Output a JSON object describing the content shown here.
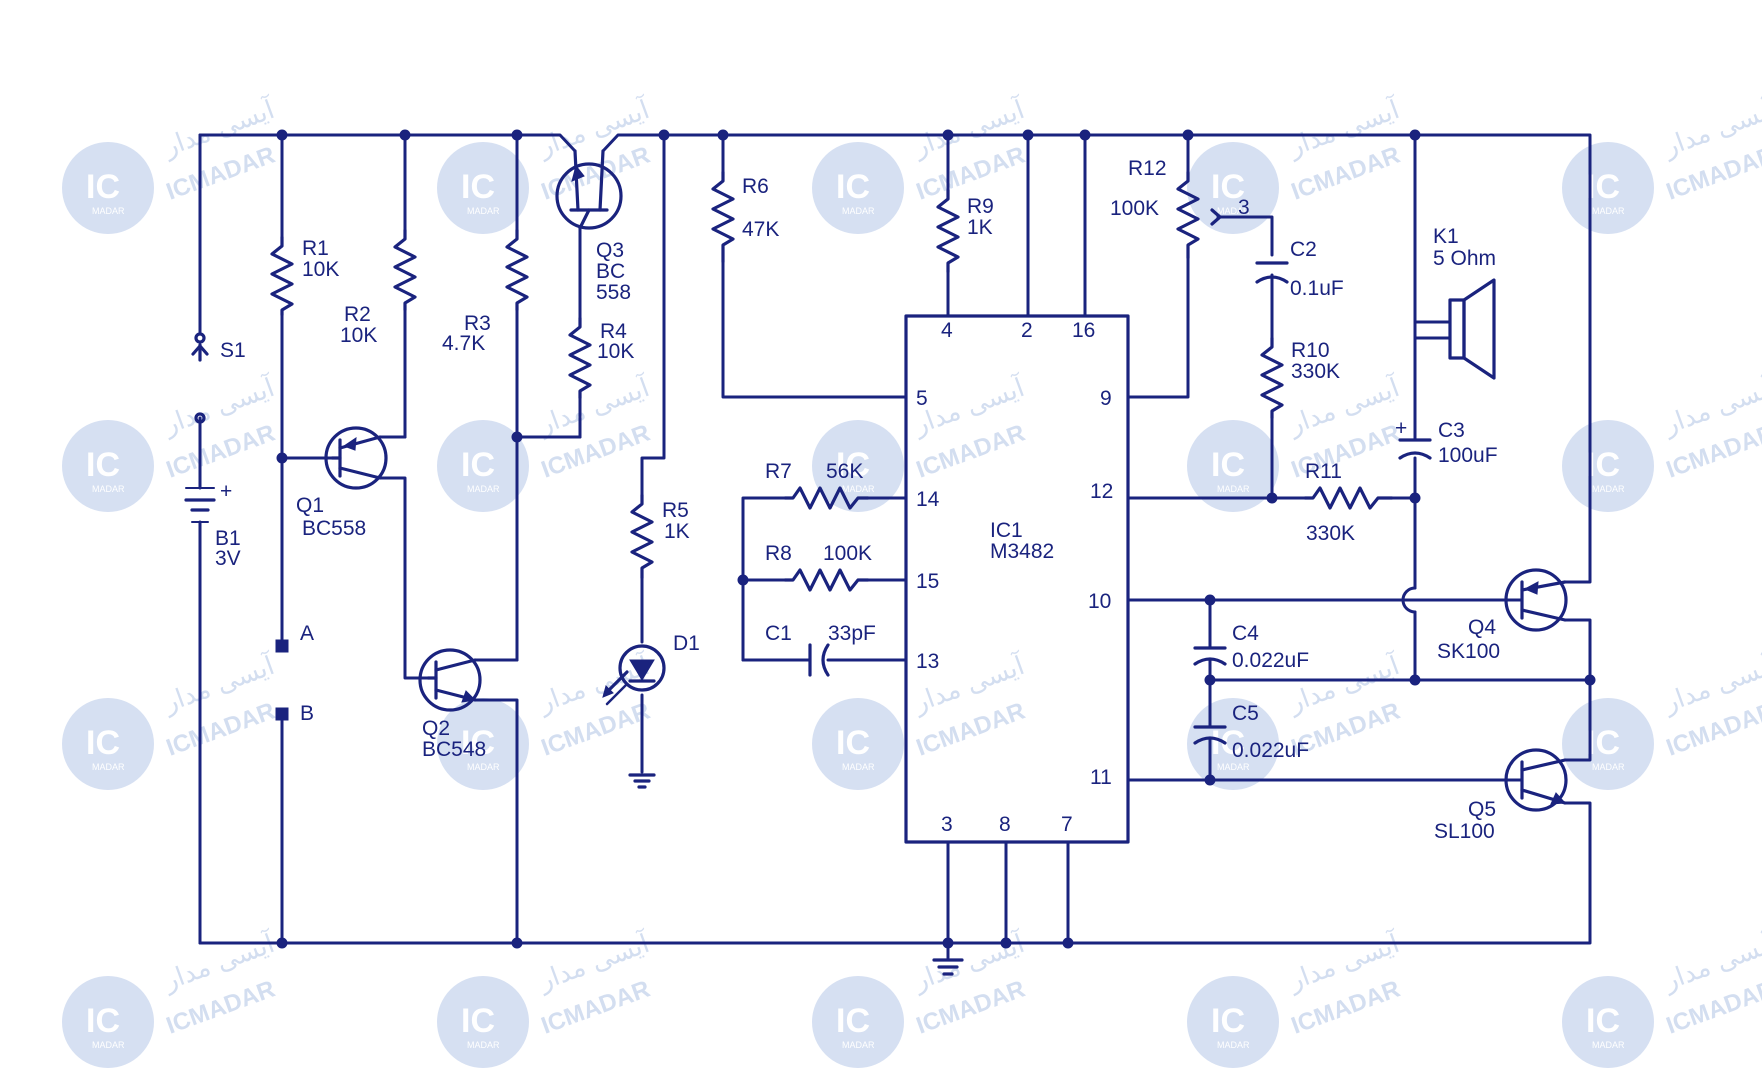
{
  "watermark": {
    "brand": "ICMADAR",
    "persian": "آیسی مدار",
    "badge_main": "IC",
    "badge_sub": "MADAR"
  },
  "components": {
    "s1": {
      "ref": "S1"
    },
    "b1": {
      "ref": "B1",
      "value": "3V",
      "polarity": "+"
    },
    "r1": {
      "ref": "R1",
      "value": "10K"
    },
    "r2": {
      "ref": "R2",
      "value": "10K"
    },
    "r3": {
      "ref": "R3",
      "value": "4.7K"
    },
    "r4": {
      "ref": "R4",
      "value": "10K"
    },
    "r5": {
      "ref": "R5",
      "value": "1K"
    },
    "r6": {
      "ref": "R6",
      "value": "47K"
    },
    "r7": {
      "ref": "R7",
      "value": "56K"
    },
    "r8": {
      "ref": "R8",
      "value": "100K"
    },
    "r9": {
      "ref": "R9",
      "value": "1K"
    },
    "r10": {
      "ref": "R10",
      "value": "330K"
    },
    "r11": {
      "ref": "R11",
      "value": "330K"
    },
    "r12": {
      "ref": "R12",
      "value": "100K",
      "wiper_pin": "3"
    },
    "c1": {
      "ref": "C1",
      "value": "33pF"
    },
    "c2": {
      "ref": "C2",
      "value": "0.1uF"
    },
    "c3": {
      "ref": "C3",
      "value": "100uF",
      "polarity": "+"
    },
    "c4": {
      "ref": "C4",
      "value": "0.022uF"
    },
    "c5": {
      "ref": "C5",
      "value": "0.022uF"
    },
    "q1": {
      "ref": "Q1",
      "value": "BC558"
    },
    "q2": {
      "ref": "Q2",
      "value": "BC548"
    },
    "q3": {
      "ref": "Q3",
      "value_line1": "BC",
      "value_line2": "558"
    },
    "q4": {
      "ref": "Q4",
      "value": "SK100"
    },
    "q5": {
      "ref": "Q5",
      "value": "SL100"
    },
    "d1": {
      "ref": "D1"
    },
    "k1": {
      "ref": "K1",
      "value": "5 Ohm"
    },
    "ic1": {
      "ref": "IC1",
      "value": "M3482",
      "pins": {
        "p4": "4",
        "p2": "2",
        "p16": "16",
        "p5": "5",
        "p9": "9",
        "p14": "14",
        "p12": "12",
        "p15": "15",
        "p10": "10",
        "p13": "13",
        "p11": "11",
        "p3": "3",
        "p8": "8",
        "p7": "7"
      }
    },
    "terminal_a": {
      "label": "A"
    },
    "terminal_b": {
      "label": "B"
    }
  }
}
